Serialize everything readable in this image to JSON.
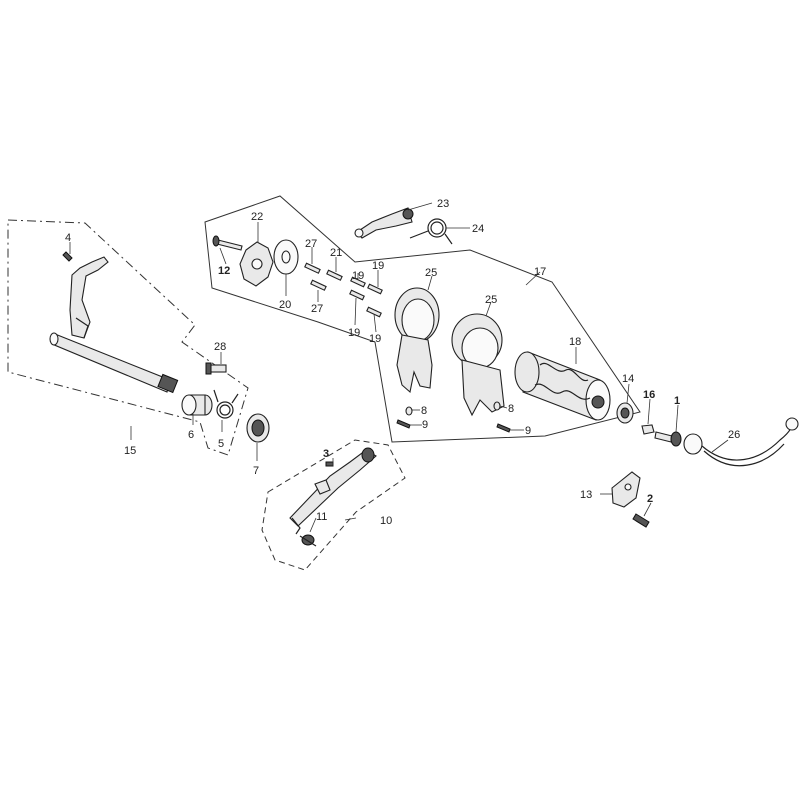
{
  "callouts": {
    "c1": "1",
    "c2": "2",
    "c3": "3",
    "c4": "4",
    "c5": "5",
    "c6": "6",
    "c7": "7",
    "c8a": "8",
    "c8b": "8",
    "c9a": "9",
    "c9b": "9",
    "c10": "10",
    "c11": "11",
    "c12": "12",
    "c13": "13",
    "c14": "14",
    "c15": "15",
    "c16": "16",
    "c17": "17",
    "c18": "18",
    "c19a": "19",
    "c19b": "19",
    "c19c": "19",
    "c19d": "19",
    "c20": "20",
    "c21": "21",
    "c22": "22",
    "c23": "23",
    "c24": "24",
    "c25a": "25",
    "c25b": "25",
    "c26": "26",
    "c27a": "27",
    "c27b": "27",
    "c28": "28"
  }
}
